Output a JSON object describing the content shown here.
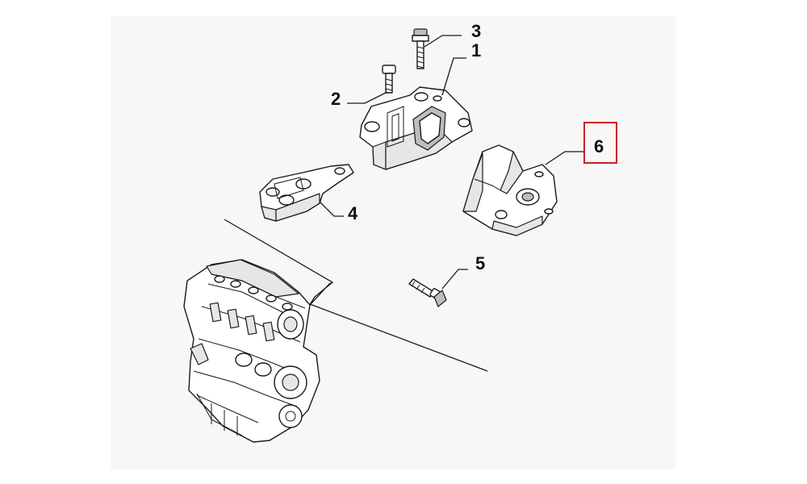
{
  "diagram": {
    "callouts": [
      {
        "label": "1"
      },
      {
        "label": "2"
      },
      {
        "label": "3"
      },
      {
        "label": "4"
      },
      {
        "label": "5"
      },
      {
        "label": "6"
      }
    ],
    "highlight": {
      "callout": "6",
      "color": "#cc1f1f"
    }
  }
}
